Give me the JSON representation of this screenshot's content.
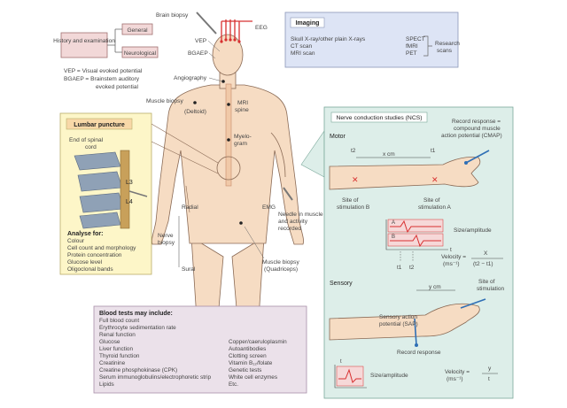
{
  "top": {
    "history": "History and examination",
    "general": "General",
    "neurological": "Neurological",
    "brain_biopsy": "Brain biopsy",
    "eeg": "EEG",
    "vep": "VEP",
    "bgaep": "BGAEP",
    "abbrev_vep": "VEP = Visual evoked potential",
    "abbrev_bgaep_1": "BGAEP = Brainstem auditory",
    "abbrev_bgaep_2": "evoked potential",
    "angiography": "Angiography",
    "muscle_biopsy": "Muscle biopsy",
    "deltoid": "(Deltoid)",
    "mri_spine_1": "MRI",
    "mri_spine_2": "spine",
    "myelogram_1": "Myelo-",
    "myelogram_2": "gram"
  },
  "imaging": {
    "title": "Imaging",
    "col1": [
      "Skull X-ray/other plain X-rays",
      "CT scan",
      "MRI scan"
    ],
    "col2": [
      "SPECT",
      "fMRI",
      "PET"
    ],
    "research_1": "Research",
    "research_2": "scans"
  },
  "lumbar": {
    "title": "Lumbar puncture",
    "cord_1": "End of spinal",
    "cord_2": "cord",
    "l3": "L3",
    "l4": "L4",
    "analyse_title": "Analyse for:",
    "analyse": [
      "Colour",
      "Cell count and morphology",
      "Protein concentration",
      "Glucose level",
      "Oligoclonal bands"
    ]
  },
  "body_labels": {
    "radial": "Radial",
    "nerve_biopsy_1": "Nerve",
    "nerve_biopsy_2": "biopsy",
    "sural": "Sural",
    "emg": "EMG",
    "needle_1": "Needle in muscle",
    "needle_2": "and activity",
    "needle_3": "recorded",
    "quad_1": "Muscle biopsy",
    "quad_2": "(Quadriceps)"
  },
  "ncs": {
    "title": "Nerve conduction studies (NCS)",
    "record_1": "Record response =",
    "record_2": "compound muscle",
    "record_3": "action potential (CMAP)",
    "motor": "Motor",
    "t2": "t2",
    "t1": "t1",
    "xcm": "x cm",
    "site_b_1": "Site of",
    "site_b_2": "stimulation B",
    "site_a_1": "Site of",
    "site_a_2": "stimulation A",
    "size_amp": "Size/amplitude",
    "a": "A",
    "b": "B",
    "t_axis": "t",
    "t1_axis": "t1",
    "t2_axis": "t2",
    "velocity": "Velocity =",
    "units": "(ms⁻¹)",
    "x_num": "X",
    "x_den": "(t2 − t1)",
    "sensory": "Sensory",
    "ycm": "y cm",
    "site_s_1": "Site of",
    "site_s_2": "stimulation",
    "sap_1": "Sensory action",
    "sap_2": "potential (SAP)",
    "record_resp": "Record response",
    "size_amp2": "Size/amplitude",
    "velocity2": "Velocity =",
    "units2": "(ms⁻¹)",
    "y_num": "y",
    "t_den": "t",
    "t_small": "t"
  },
  "blood": {
    "title": "Blood tests may include:",
    "col1": [
      "Full blood count",
      "Erythrocyte sedimentation rate",
      "Renal function",
      "Glucose",
      "Liver function",
      "Thyroid function",
      "Creatinine",
      "Creatine phosphokinase (CPK)",
      "Serum immunoglobulins/electrophoretic strip",
      "Lipids"
    ],
    "col2": [
      "Copper/caeruloplasmin",
      "Autoantibodies",
      "Clotting screen",
      "Vitamin B₁₂/folate",
      "Genetic tests",
      "White cell enzymes",
      "Etc."
    ]
  },
  "colors": {
    "skin": "#f6dcc3",
    "skin_line": "#8a6a55",
    "blue": "#2f6fb5",
    "red": "#d83030",
    "imaging_bg": "#dde4f5",
    "lumbar_bg": "#fdf6c8",
    "ncs_bg": "#ddeee9",
    "blood_bg": "#ebe1ea"
  }
}
